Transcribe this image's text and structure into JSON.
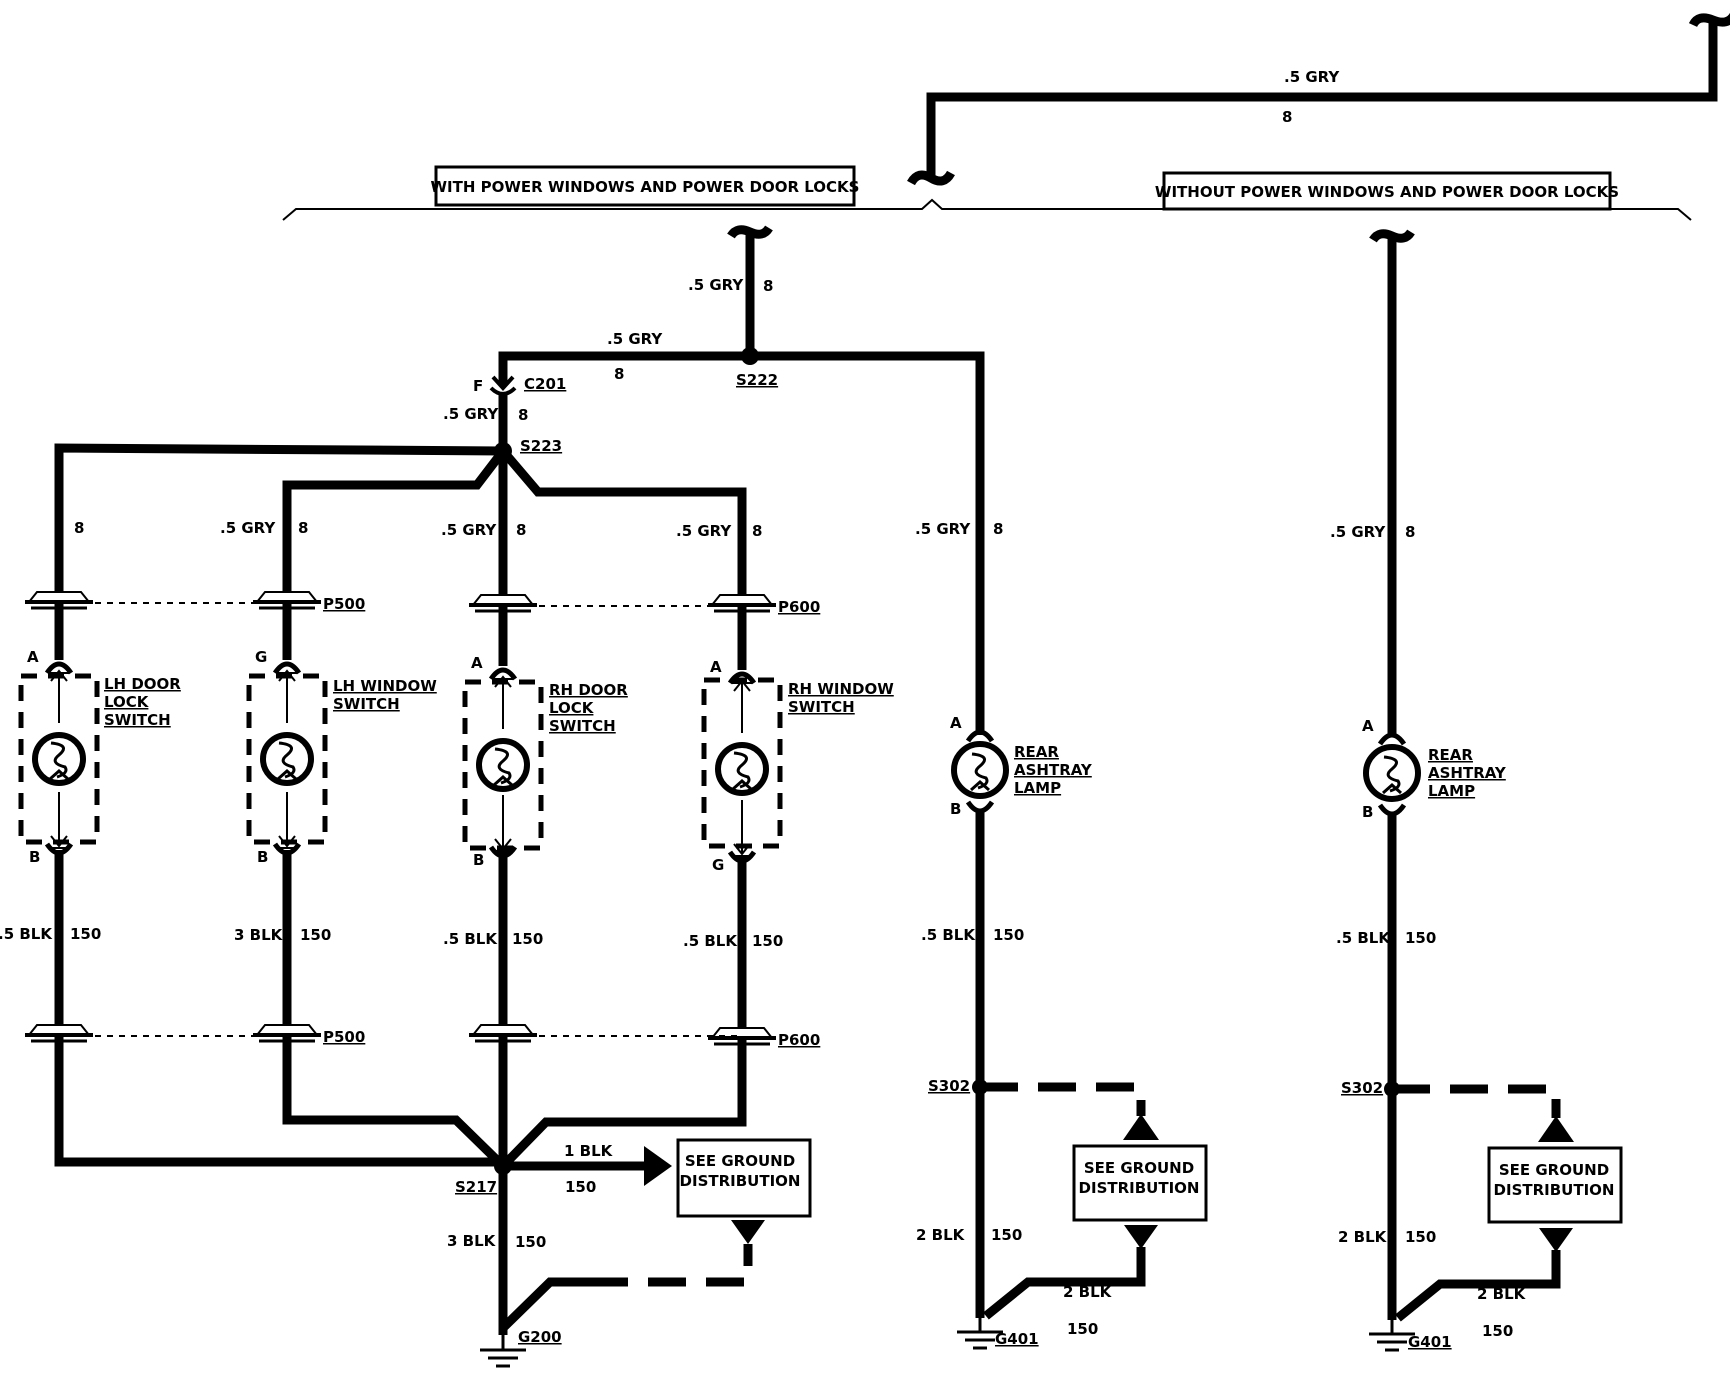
{
  "wire_labels": {
    "gry": ".5 GRY",
    "gry_circuit": "8",
    "blk_05": ".5 BLK",
    "blk_1": "1 BLK",
    "blk_2": "2 BLK",
    "blk_3": "3 BLK",
    "blk_circuit": "150"
  },
  "options": {
    "with": "WITH POWER WINDOWS AND POWER DOOR LOCKS",
    "without": "WITHOUT POWER WINDOWS AND POWER DOOR LOCKS"
  },
  "splices": {
    "s222": "S222",
    "s223": "S223",
    "s217": "S217",
    "s302": "S302"
  },
  "connectors": {
    "c201": "C201",
    "c201_pin": "F",
    "p500": "P500",
    "p600": "P600"
  },
  "grounds": {
    "g200": "G200",
    "g401": "G401"
  },
  "components": {
    "lh_door": [
      "LH DOOR",
      "LOCK",
      "SWITCH"
    ],
    "lh_window": [
      "LH WINDOW",
      "SWITCH"
    ],
    "rh_door": [
      "RH DOOR",
      "LOCK",
      "SWITCH"
    ],
    "rh_window": [
      "RH WINDOW",
      "SWITCH"
    ],
    "ashtray": [
      "REAR",
      "ASHTRAY",
      "LAMP"
    ]
  },
  "pins": {
    "a": "A",
    "b": "B",
    "g": "G"
  },
  "ground_ref": [
    "SEE GROUND",
    "DISTRIBUTION"
  ]
}
